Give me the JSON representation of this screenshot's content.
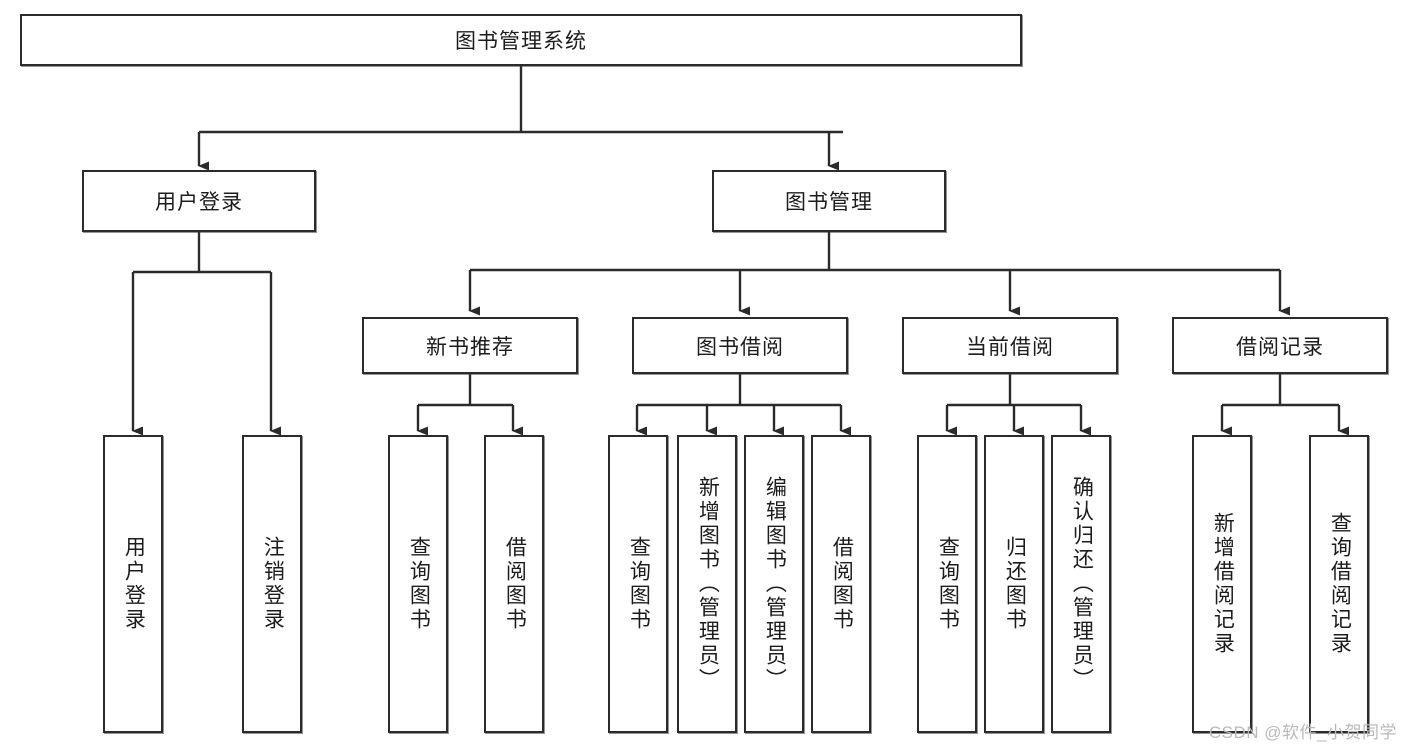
{
  "diagram": {
    "title": "图书管理系统",
    "type": "tree-hierarchy-chart",
    "watermark": "CSDN @软件_小贺同学",
    "colors": {
      "border": "#2b2b2b",
      "background": "#ffffff",
      "text": "#1c1c1c",
      "connector": "#2b2b2b",
      "watermark": "#b9b9b9"
    },
    "levels": {
      "root": {
        "label": "图书管理系统"
      },
      "level2": [
        {
          "id": "user-login",
          "label": "用户登录"
        },
        {
          "id": "book-management",
          "label": "图书管理"
        }
      ],
      "level3": [
        {
          "id": "new-book-recommend",
          "label": "新书推荐"
        },
        {
          "id": "book-borrow",
          "label": "图书借阅"
        },
        {
          "id": "current-borrow",
          "label": "当前借阅"
        },
        {
          "id": "borrow-record",
          "label": "借阅记录"
        }
      ],
      "leaves": {
        "user_login": [
          {
            "id": "leaf-user-login",
            "label": "用户登录"
          },
          {
            "id": "leaf-logout-login",
            "label": "注销登录"
          }
        ],
        "new_book_recommend": [
          {
            "id": "leaf-query-book-1",
            "label": "查询图书"
          },
          {
            "id": "leaf-borrow-book-1",
            "label": "借阅图书"
          }
        ],
        "book_borrow": [
          {
            "id": "leaf-query-book-2",
            "label": "查询图书"
          },
          {
            "id": "leaf-add-book",
            "label": "新增图书（管理员）"
          },
          {
            "id": "leaf-edit-book",
            "label": "编辑图书（管理员）"
          },
          {
            "id": "leaf-borrow-book-2",
            "label": "借阅图书"
          }
        ],
        "current_borrow": [
          {
            "id": "leaf-query-book-3",
            "label": "查询图书"
          },
          {
            "id": "leaf-return-book",
            "label": "归还图书"
          },
          {
            "id": "leaf-confirm-return",
            "label": "确认归还（管理员）"
          }
        ],
        "borrow_record": [
          {
            "id": "leaf-add-record",
            "label": "新增借阅记录"
          },
          {
            "id": "leaf-query-record",
            "label": "查询借阅记录"
          }
        ]
      }
    }
  }
}
